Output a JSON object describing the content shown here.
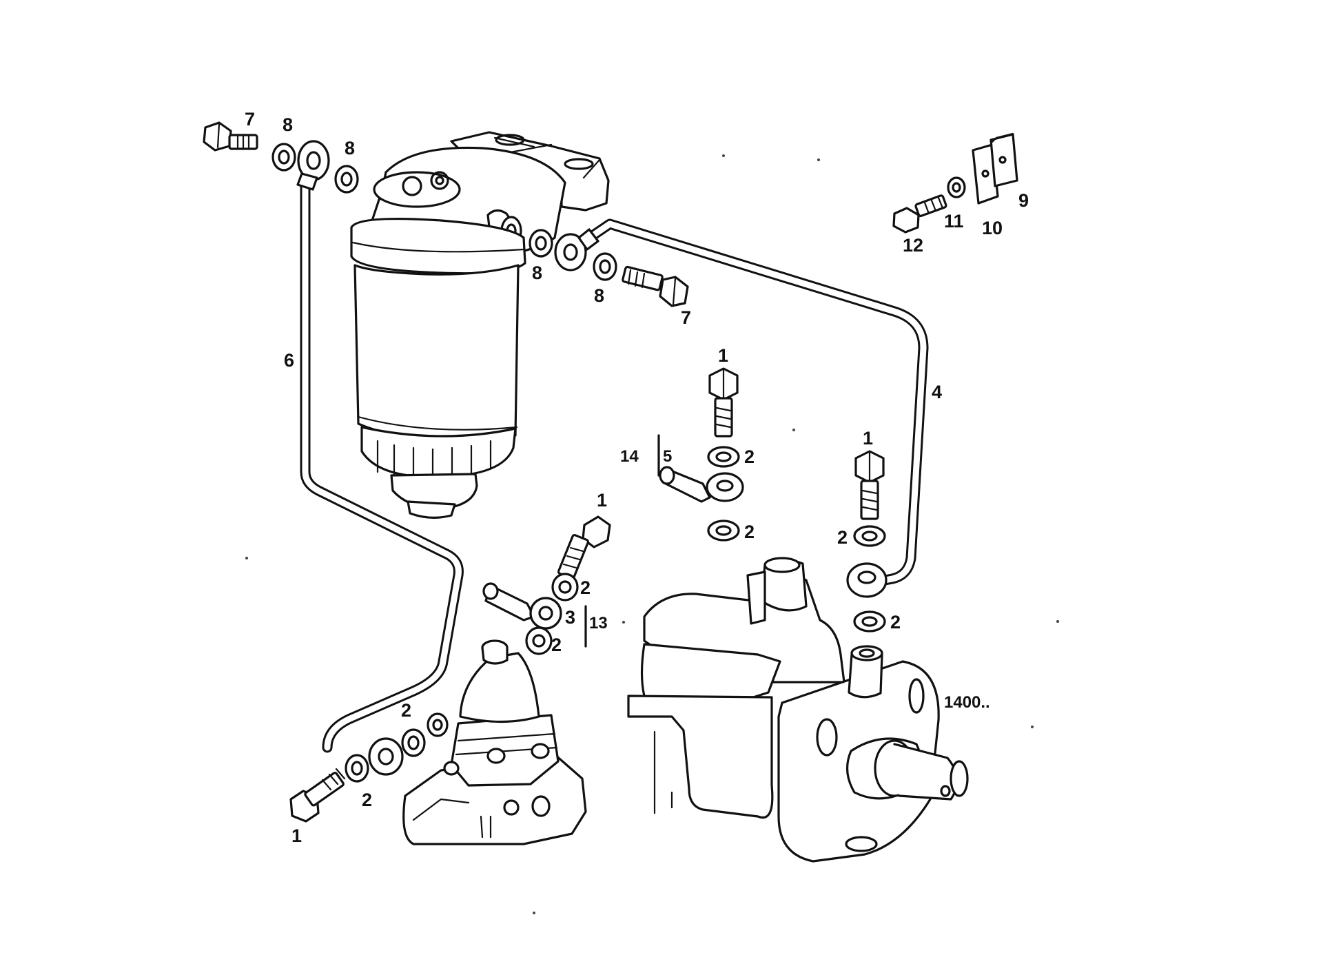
{
  "callouts": {
    "c7a": "7",
    "c8a": "8",
    "c8b": "8",
    "c8c": "8",
    "c8d": "8",
    "c7b": "7",
    "c6": "6",
    "c4": "4",
    "c12": "12",
    "c11": "11",
    "c10": "10",
    "c9": "9",
    "c1a": "1",
    "c2a": "2",
    "c14": "14",
    "c5": "5",
    "c2b": "2",
    "c1b": "1",
    "c2c": "2",
    "c2d": "2",
    "c1c": "1",
    "c2e": "2",
    "c3": "3",
    "c13": "13",
    "c2f": "2",
    "c2g": "2",
    "c2h": "2",
    "c1d": "1",
    "c1400": "1400.."
  }
}
